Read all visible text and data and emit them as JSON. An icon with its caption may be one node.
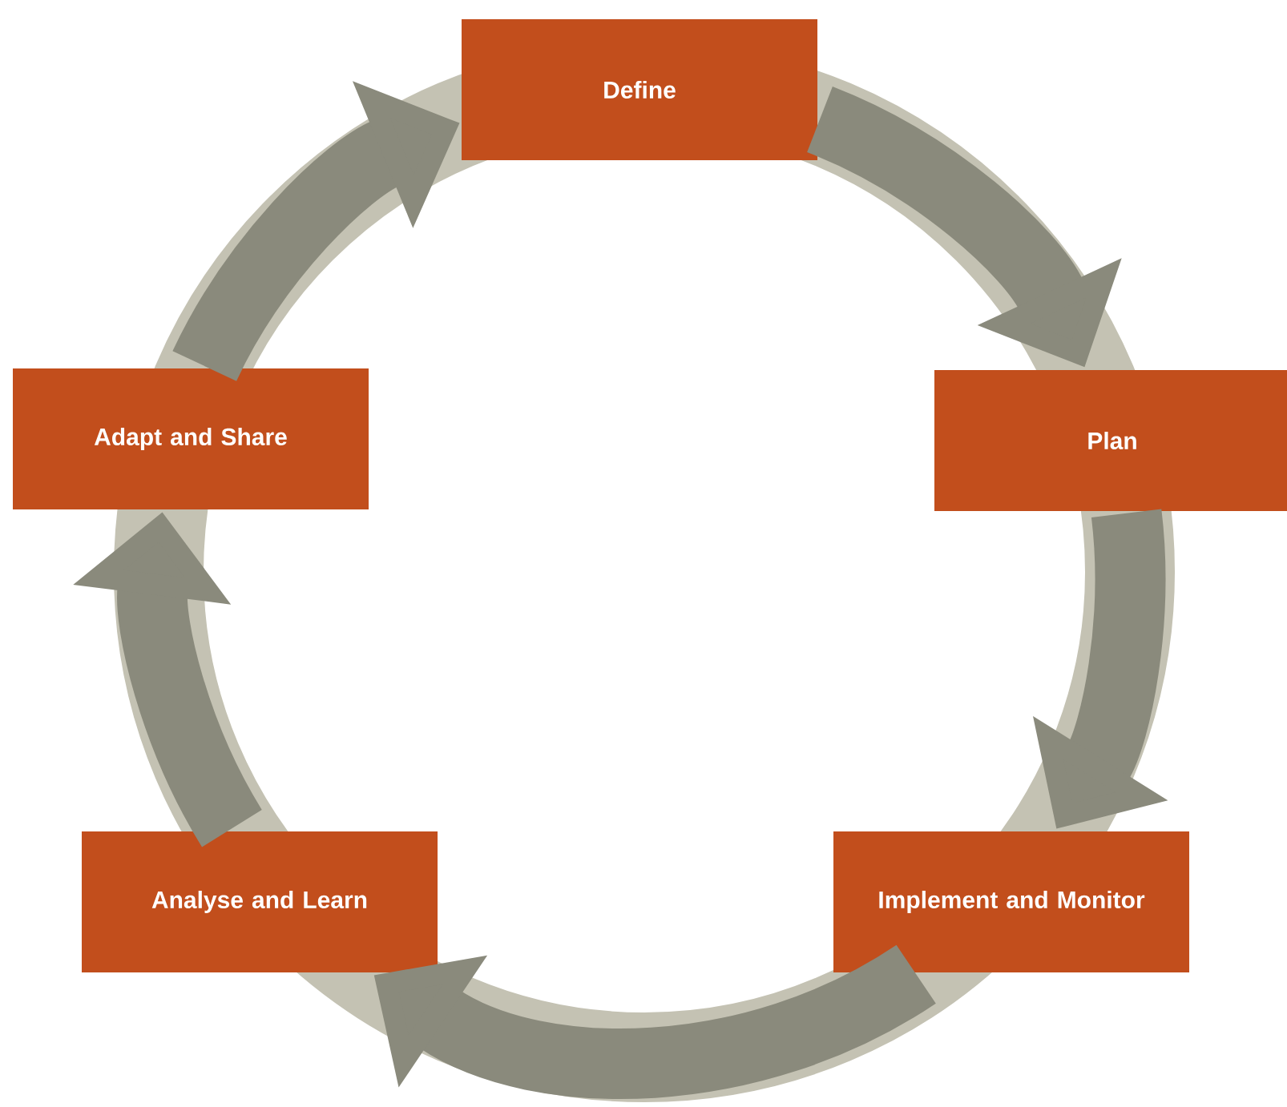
{
  "diagram": {
    "nodes": [
      {
        "text": [
          "Define"
        ]
      },
      {
        "text": [
          "Plan"
        ]
      },
      {
        "text": [
          "Implement and Monitor"
        ]
      },
      {
        "text": [
          "Analyse and Learn"
        ]
      },
      {
        "text": [
          "Adapt and Share"
        ]
      }
    ],
    "edges": [
      {
        "from": 0,
        "to": 1,
        "arrow": "to"
      },
      {
        "from": 1,
        "to": 2,
        "arrow": "to"
      },
      {
        "from": 2,
        "to": 3,
        "arrow": "to"
      },
      {
        "from": 3,
        "to": 4,
        "arrow": "to"
      },
      {
        "from": 4,
        "to": 0,
        "arrow": "to"
      }
    ]
  }
}
